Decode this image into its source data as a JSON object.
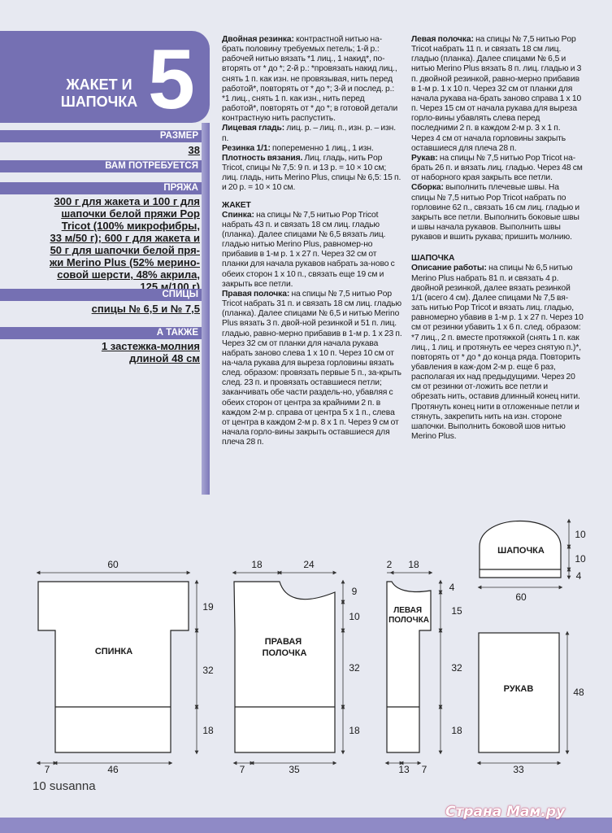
{
  "header": {
    "title_line1": "ЖАКЕТ И",
    "title_line2": "ШАПОЧКА",
    "number": "5"
  },
  "sidebar": {
    "size_label": "РАЗМЕР",
    "size_value": "38",
    "need_label": "ВАМ ПОТРЕБУЕТСЯ",
    "yarn_label": "ПРЯЖА",
    "yarn_lines": [
      "300 г для жакета и 100 г для",
      "шапочки белой пряжи Pop",
      "Tricot (100% микрофибры,",
      "33 м/50 г); 600 г для жакета и",
      "50 г для шапочки белой пря-",
      "жи Merino Plus (52% мерино-",
      "совой шерсти, 48% акрила,",
      "125 м/100 г)"
    ],
    "needles_label": "СПИЦЫ",
    "needles_value": "спицы № 6,5 и № 7,5",
    "also_label": "А ТАКЖЕ",
    "also_lines": [
      "1 застежка-молния",
      "длиной 48 см"
    ]
  },
  "col1": {
    "rib_title": "Двойная резинка:",
    "rib_text": " контрастной нитью на-брать половину требуемых петель; 1-й р.: рабочей нитью вязать *1 лиц., 1 накид*, по-вторять от * до *; 2-й р.: *провязать накид лиц., снять 1 п. как изн. не провязывая, нить перед работой*, повторять от * до *; 3-й и послед. р.: *1 лиц., снять 1 п. как изн., нить перед работой*, повторять от * до *; в готовой детали контрастную нить распустить.",
    "stock_title": "Лицевая гладь:",
    "stock_text": " лиц. р. – лиц. п., изн. р. – изн. п.",
    "rib11_title": "Резинка 1/1:",
    "rib11_text": " попеременно 1 лиц., 1 изн.",
    "gauge_title": "Плотность вязания.",
    "gauge_text": " Лиц. гладь, нить Pop Tricot, спицы № 7,5: 9 п. и 13 р. = 10 × 10 см; лиц. гладь, нить Merino Plus, спицы № 6,5: 15 п. и 20 р. = 10 × 10 см.",
    "jacket_head": "ЖАКЕТ",
    "back_title": "Спинка:",
    "back_text": " на спицы № 7,5 нитью Pop Tricot набрать 43 п. и связать 18 см лиц. гладью (планка). Далее спицами № 6,5 вязать лиц. гладью нитью Merino Plus, равномер-но прибавив в 1-м р. 1 х 27 п. Через 32 см от планки для начала рукавов набрать за-ново с обеих сторон 1 х 10 п., связать еще 19 см и закрыть все петли.",
    "right_title": "Правая полочка:",
    "right_text": " на спицы № 7,5 нитью Pop Tricot набрать 31 п. и связать 18 см лиц. гладью (планка). Далее спицами № 6,5 и нитью Merino Plus вязать 3 п. двой-ной резинкой и 51 п. лиц. гладью, равно-мерно прибавив в 1-м р. 1 х 23 п. Через 32 см от планки для начала рукава набрать заново слева 1 х 10 п. Через 10 см от на-чала рукава для выреза горловины вязать след. образом: провязать первые 5 п., за-крыть след. 23 п. и провязать оставшиеся петли; заканчивать обе части раздель-но, убавляя с обеих сторон от центра за крайними 2 п. в каждом 2-м р. справа от центра 5 х 1 п., слева от центра в каждом 2-м р. 8 х 1 п. Через 9 см от начала горло-вины закрыть оставшиеся для плеча 28 п."
  },
  "col2": {
    "left_title": "Левая полочка:",
    "left_text": " на спицы № 7,5 нитью Pop Tricot набрать 11 п. и связать 18 см лиц. гладью (планка). Далее спицами № 6,5 и нитью Merino Plus вязать 8 п. лиц. гладью и 3 п. двойной резинкой, равно-мерно прибавив в 1-м р. 1 х 10 п. Через 32 см от планки для начала рукава на-брать заново справа 1 х 10 п. Через 15 см от начала рукава для выреза горло-вины убавлять слева перед последними 2 п. в каждом 2-м р. 3 х 1 п. Через 4 см от начала горловины закрыть оставшиеся для плеча 28 п.",
    "sleeve_title": "Рукав:",
    "sleeve_text": " на спицы № 7,5 нитью Pop Tricot на-брать 26 п. и вязать лиц. гладью. Через 48 см от наборного края закрыть все петли.",
    "assembly_title": "Сборка:",
    "assembly_text": " выполнить плечевые швы. На спицы № 7,5 нитью Pop Tricot набрать по горловине 62 п., связать 16 см лиц. гладью и закрыть все петли. Выполнить боковые швы и швы начала рукавов. Выполнить швы рукавов и вшить рукава; пришить молнию.",
    "hat_head": "ШАПОЧКА",
    "hat_title": "Описание работы:",
    "hat_text": " на спицы № 6,5 нитью Merino Plus набрать 81 п. и связать 4 р. двойной резинкой, далее вязать резинкой 1/1 (всего 4 см). Далее спицами № 7,5 вя-зать нитью Pop Tricot и вязать лиц. гладью, равномерно убавив в 1-м р. 1 х 27 п. Через 10 см от резинки убавить 1 х 6 п. след. образом: *7 лиц., 2 п. вместе протяжкой (снять 1 п. как лиц., 1 лиц. и протянуть ее через снятую п.)*, повторять от * до * до конца ряда. Повторить убавления в каж-дом 2-м р. еще 6 раз, располагая их над предыдущими. Через 20 см от резинки от-ложить все петли и обрезать нить, оставив длинный конец нити. Протянуть конец нити в отложенные петли и стянуть, закрепить нить на изн. стороне шапочки. Выполнить боковой шов нитью Merino Plus."
  },
  "diagrams": {
    "back": {
      "label": "СПИНКА",
      "top_width": "60",
      "bottom_width": "46",
      "cuff": "7",
      "h1": "19",
      "h2": "32",
      "h3": "18"
    },
    "right_front": {
      "label1": "ПРАВАЯ",
      "label2": "ПОЛОЧКА",
      "w1": "18",
      "w2": "24",
      "bottom_width": "35",
      "cuff": "7",
      "h1": "9",
      "h2": "10",
      "h3": "32",
      "h4": "18"
    },
    "left_front": {
      "label1": "ЛЕВАЯ",
      "label2": "ПОЛОЧКА",
      "w1": "2",
      "w2": "18",
      "bottom_width": "13",
      "cuff": "7",
      "h1": "4",
      "h2": "15",
      "h3": "32",
      "h4": "18"
    },
    "hat": {
      "label": "ШАПОЧКА",
      "width": "60",
      "h1": "10",
      "h2": "10",
      "h3": "4"
    },
    "sleeve": {
      "label": "РУКАВ",
      "width": "33",
      "height": "48"
    }
  },
  "footer": {
    "page": "10 susanna",
    "watermark": "Страна Мам.ру"
  }
}
